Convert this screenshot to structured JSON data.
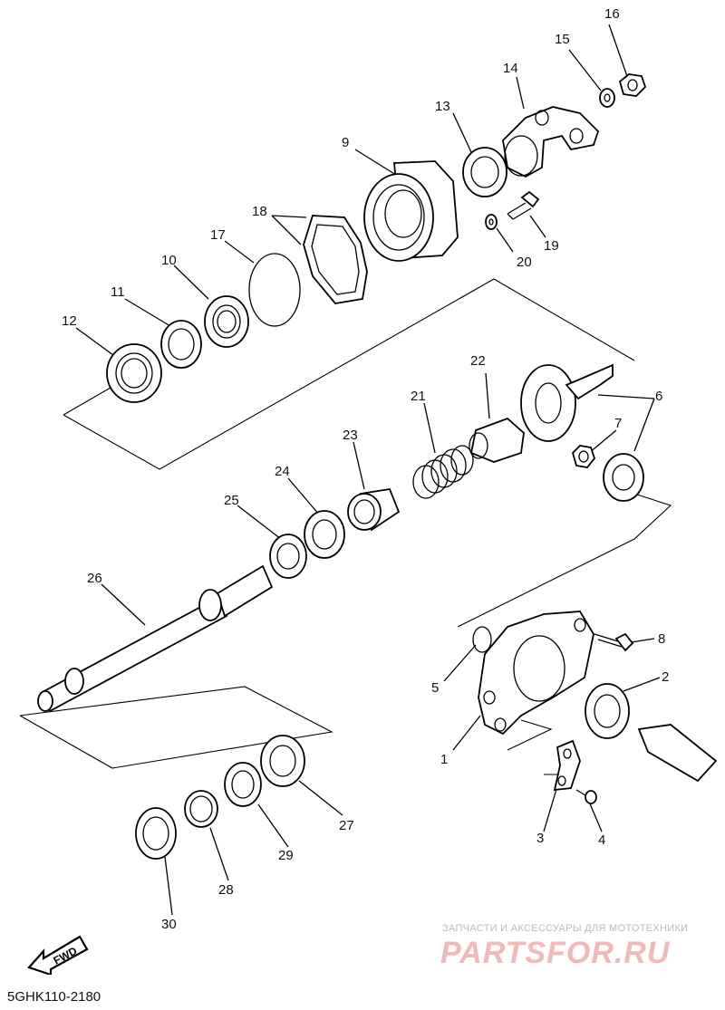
{
  "parts": [
    {
      "id": "p1",
      "label": "1"
    },
    {
      "id": "p2",
      "label": "2"
    },
    {
      "id": "p3",
      "label": "3"
    },
    {
      "id": "p4",
      "label": "4"
    },
    {
      "id": "p5",
      "label": "5"
    },
    {
      "id": "p6",
      "label": "6"
    },
    {
      "id": "p7",
      "label": "7"
    },
    {
      "id": "p8",
      "label": "8"
    },
    {
      "id": "p9",
      "label": "9"
    },
    {
      "id": "p10",
      "label": "10"
    },
    {
      "id": "p11",
      "label": "11"
    },
    {
      "id": "p12",
      "label": "12"
    },
    {
      "id": "p13",
      "label": "13"
    },
    {
      "id": "p14",
      "label": "14"
    },
    {
      "id": "p15",
      "label": "15"
    },
    {
      "id": "p16",
      "label": "16"
    },
    {
      "id": "p17",
      "label": "17"
    },
    {
      "id": "p18",
      "label": "18"
    },
    {
      "id": "p19",
      "label": "19"
    },
    {
      "id": "p20",
      "label": "20"
    },
    {
      "id": "p21",
      "label": "21"
    },
    {
      "id": "p22",
      "label": "22"
    },
    {
      "id": "p23",
      "label": "23"
    },
    {
      "id": "p24",
      "label": "24"
    },
    {
      "id": "p25",
      "label": "25"
    },
    {
      "id": "p26",
      "label": "26"
    },
    {
      "id": "p27",
      "label": "27"
    },
    {
      "id": "p28",
      "label": "28"
    },
    {
      "id": "p29",
      "label": "29"
    },
    {
      "id": "p30",
      "label": "30"
    }
  ],
  "fwd_label": "FWD",
  "diagram_code": "5GHK110-2180",
  "watermark": {
    "tagline": "ЗАПЧАСТИ И АКСЕССУАРЫ ДЛЯ МОТОТЕХНИКИ",
    "logo": "PARTSFOR.RU",
    "logo_color": "#f2b9b9"
  }
}
